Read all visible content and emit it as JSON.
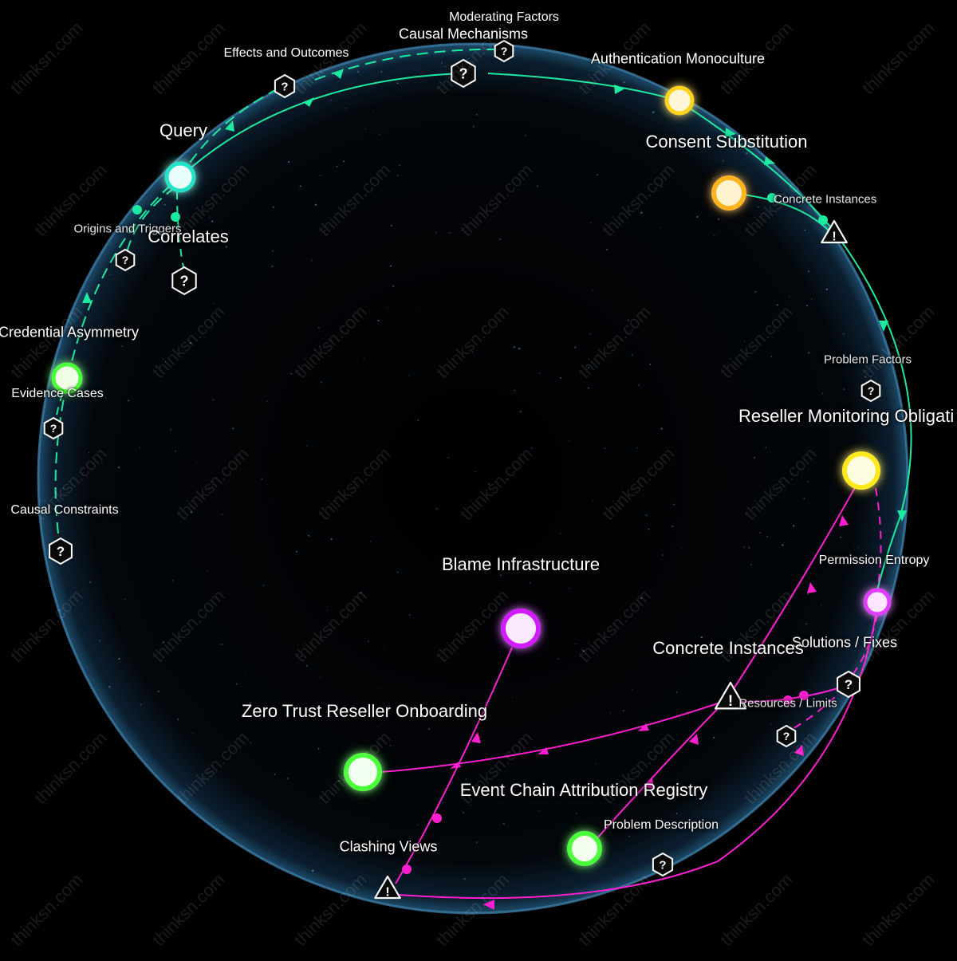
{
  "colors": {
    "background": "#000000",
    "globe_edge": "#4a8fb8",
    "green_edge": "#1de9a0",
    "magenta_edge": "#ff1fd0",
    "node_yellow": "#ffd21f",
    "node_orange": "#ffb31a",
    "node_green": "#4cff3a",
    "node_cyan": "#22e3c8",
    "node_magenta": "#e23cff"
  },
  "watermark": "thinksn.com",
  "nodes": {
    "authentication_monoculture": "Authentication Monoculture",
    "consent_substitution": "Consent Substitution",
    "query": "Query",
    "credential_asymmetry": "Credential Asymmetry",
    "reseller_monitoring": "Reseller Monitoring Obligati",
    "permission_entropy": "Permission Entropy",
    "blame_infrastructure": "Blame Infrastructure",
    "zero_trust": "Zero Trust Reseller Onboarding",
    "event_chain": "Event Chain Attribution Registry"
  },
  "markers": {
    "moderating_factors": "Moderating Factors",
    "causal_mechanisms": "Causal Mechanisms",
    "effects_and_outcomes": "Effects and Outcomes",
    "origins_and_triggers": "Origins and Triggers",
    "correlates": "Correlates",
    "evidence_cases": "Evidence Cases",
    "causal_constraints": "Causal Constraints",
    "concrete_instances_top": "Concrete Instances",
    "problem_factors": "Problem Factors",
    "solutions_fixes": "Solutions / Fixes",
    "concrete_instances_bottom": "Concrete Instances",
    "resources_limits": "Resources / Limits",
    "problem_description": "Problem Description",
    "clashing_views": "Clashing Views"
  },
  "icons": {
    "question_hexagon": "question-hexagon-icon",
    "warning_triangle": "warning-triangle-icon"
  }
}
